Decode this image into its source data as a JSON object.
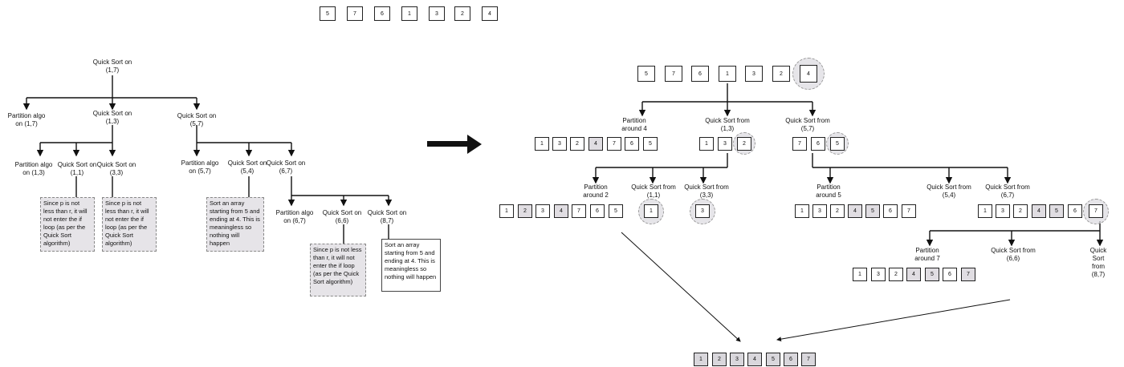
{
  "top_array": [
    "5",
    "7",
    "6",
    "1",
    "3",
    "2",
    "4"
  ],
  "left_tree": {
    "root": "Quick Sort on\n(1,7)",
    "l1_partition": "Partition algo\non (1,7)",
    "l1_left": "Quick Sort on\n(1,3)",
    "l1_right": "Quick Sort on\n(5,7)",
    "l2_partition_13": "Partition algo\non (1,3)",
    "l2_qs_11": "Quick Sort on\n(1,1)",
    "l2_qs_33": "Quick Sort on\n(3,3)",
    "l2_partition_57": "Partition algo\non (5,7)",
    "l2_qs_54": "Quick Sort on\n(5,4)",
    "l2_qs_67": "Quick Sort on\n(6,7)",
    "l3_partition_67": "Partition algo\non (6,7)",
    "l3_qs_66": "Quick Sort on\n(6,6)",
    "l3_qs_87": "Quick Sort on\n(8,7)",
    "note_p_not_less": "Since p is not less than r, it will not enter the if loop (as per the Quick Sort algorithm)",
    "note_empty_array": "Sort an array starting from 5 and ending at 4. This is meaningless so nothing will happen"
  },
  "right_tree": {
    "root_array": [
      "5",
      "7",
      "6",
      "1",
      "3",
      "2",
      "4"
    ],
    "partition4": "Partition\naround 4",
    "qs_13": "Quick Sort from\n(1,3)",
    "qs_57": "Quick Sort from\n(5,7)",
    "after_p4": [
      "1",
      "3",
      "2",
      "4",
      "7",
      "6",
      "5"
    ],
    "arr_13": [
      "1",
      "3",
      "2"
    ],
    "arr_57": [
      "7",
      "6",
      "5"
    ],
    "partition2": "Partition\naround 2",
    "qs_11": "Quick Sort from\n(1,1)",
    "qs_33": "Quick Sort from\n(3,3)",
    "after_p2": [
      "1",
      "2",
      "3",
      "4",
      "7",
      "6",
      "5"
    ],
    "val_1": "1",
    "val_3": "3",
    "partition5": "Partition\naround 5",
    "qs_54": "Quick Sort from\n(5,4)",
    "qs_67": "Quick Sort from\n(6,7)",
    "after_p5": [
      "1",
      "3",
      "2",
      "4",
      "5",
      "6",
      "7"
    ],
    "arr_67": [
      "1",
      "3",
      "2",
      "4",
      "5",
      "6",
      "7"
    ],
    "partition7": "Partition\naround 7",
    "qs_66": "Quick Sort from\n(6,6)",
    "qs_87": "Quick Sort from\n(8,7)",
    "after_p7": [
      "1",
      "3",
      "2",
      "4",
      "5",
      "6",
      "7"
    ],
    "final": [
      "1",
      "2",
      "3",
      "4",
      "5",
      "6",
      "7"
    ]
  }
}
